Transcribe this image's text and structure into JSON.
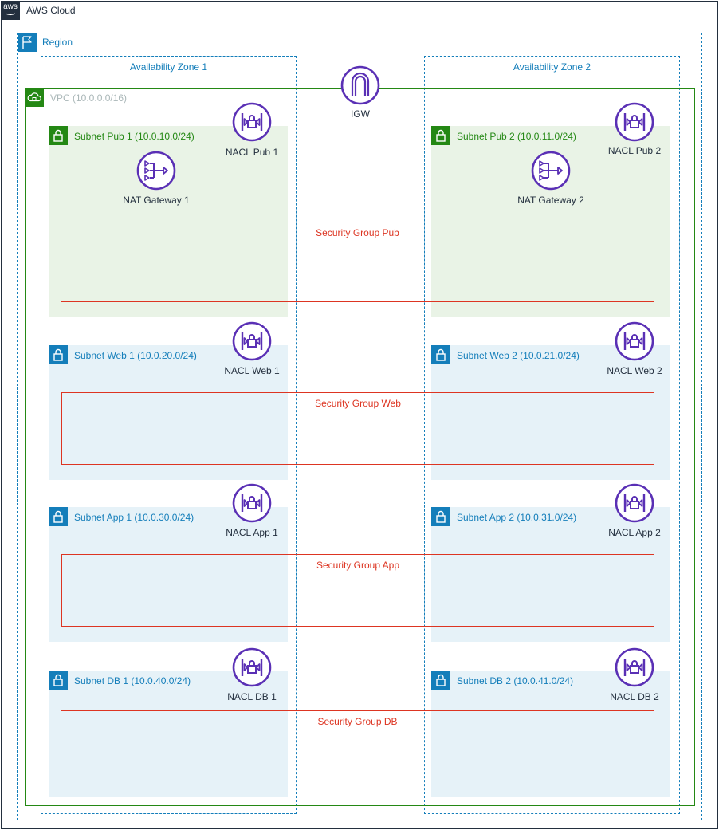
{
  "cloud": {
    "label": "AWS Cloud",
    "logo_text": "aws"
  },
  "region": {
    "label": "Region"
  },
  "az1": {
    "label": "Availability Zone 1"
  },
  "az2": {
    "label": "Availability Zone 2"
  },
  "vpc": {
    "label": "VPC (10.0.0.0/16)"
  },
  "igw": {
    "label": "IGW"
  },
  "subnets": {
    "pub1": "Subnet Pub 1 (10.0.10.0/24)",
    "pub2": "Subnet Pub 2 (10.0.11.0/24)",
    "web1": "Subnet Web 1 (10.0.20.0/24)",
    "web2": "Subnet Web 2 (10.0.21.0/24)",
    "app1": "Subnet App 1 (10.0.30.0/24)",
    "app2": "Subnet App 2 (10.0.31.0/24)",
    "db1": "Subnet DB 1 (10.0.40.0/24)",
    "db2": "Subnet DB 2 (10.0.41.0/24)"
  },
  "nacls": {
    "pub1": "NACL Pub 1",
    "pub2": "NACL Pub 2",
    "web1": "NACL Web 1",
    "web2": "NACL Web 2",
    "app1": "NACL App 1",
    "app2": "NACL App 2",
    "db1": "NACL DB 1",
    "db2": "NACL DB 2"
  },
  "nat": {
    "gw1": "NAT Gateway 1",
    "gw2": "NAT Gateway 2"
  },
  "security_groups": {
    "pub": "Security Group Pub",
    "web": "Security Group Web",
    "app": "Security Group App",
    "db": "Security Group DB"
  },
  "colors": {
    "cloud_border": "#232f3e",
    "region_border": "#147eba",
    "vpc_border": "#248814",
    "public_subnet_fill": "#e9f3e6",
    "private_subnet_fill": "#e6f2f8",
    "security_group_border": "#dd3522",
    "resource_icon": "#5a30b5"
  }
}
